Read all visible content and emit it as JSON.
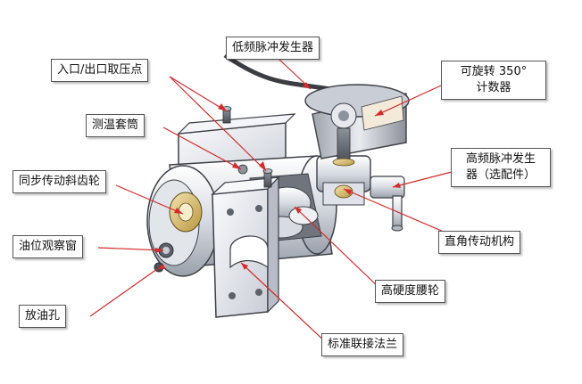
{
  "diagram": {
    "labels": {
      "inlet_outlet_pressure_point": "入口/出口取压点",
      "temperature_sleeve": "测温套筒",
      "sync_helical_gear": "同步传动斜齿轮",
      "oil_sight_window": "油位观察窗",
      "drain_hole": "放油孔",
      "low_freq_pulse_generator": "低频脉冲发生器",
      "rotatable_counter_line1": "可旋转 350°",
      "rotatable_counter_line2": "计数器",
      "high_freq_pulse_generator_line1": "高频脉冲发生",
      "high_freq_pulse_generator_line2": "器（选配件）",
      "right_angle_drive": "直角传动机构",
      "high_hardness_waist_wheel": "高硬度腰轮",
      "standard_flange": "标准联接法兰"
    },
    "colors": {
      "leader_line": "#d42b2b",
      "body_light": "#eef0f4",
      "body_shade": "#b9bec8",
      "outline": "#3c3f46"
    }
  }
}
